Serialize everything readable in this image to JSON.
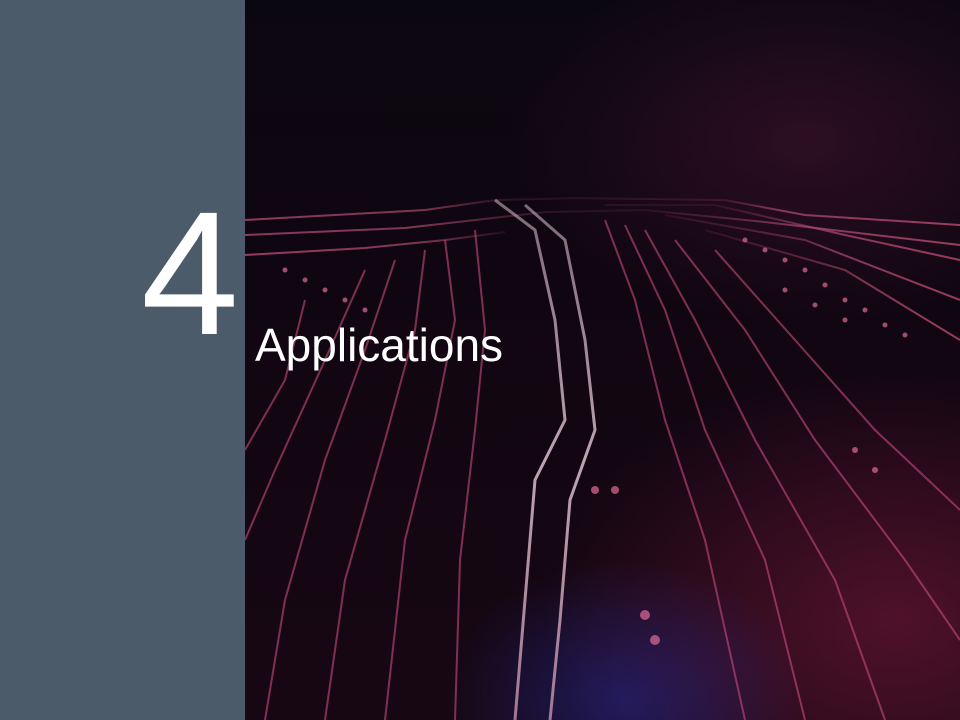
{
  "slide": {
    "number": "4",
    "title": "Applications"
  },
  "colors": {
    "sidebar": "#4c5b6a",
    "background": "#0a0509",
    "trace_accent": "#c84a7e",
    "text": "#ffffff"
  },
  "background_image": {
    "icon": "circuit-board-traces"
  }
}
